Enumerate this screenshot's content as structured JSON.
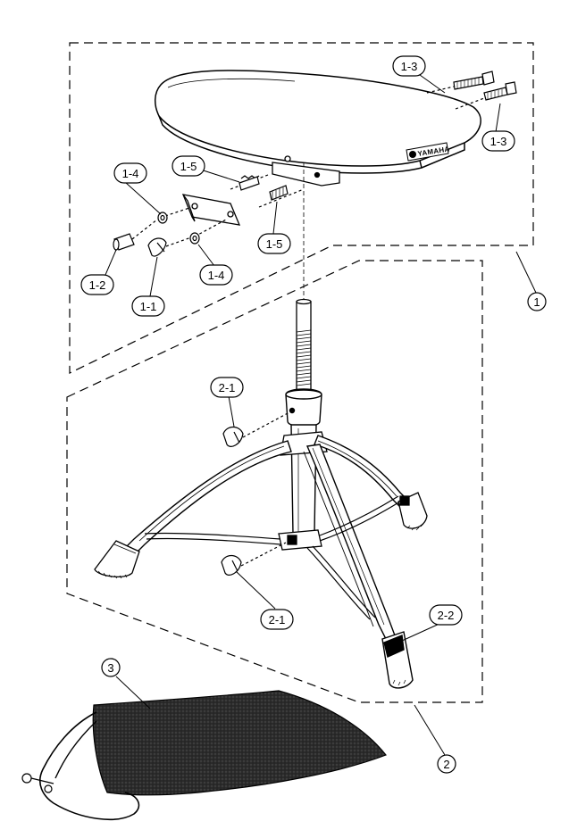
{
  "callouts": {
    "part_1": "1",
    "part_1_1": "1-1",
    "part_1_2": "1-2",
    "part_1_3a": "1-3",
    "part_1_3b": "1-3",
    "part_1_4a": "1-4",
    "part_1_4b": "1-4",
    "part_1_5a": "1-5",
    "part_1_5b": "1-5",
    "part_2": "2",
    "part_2_1a": "2-1",
    "part_2_1b": "2-1",
    "part_2_2": "2-2",
    "part_3": "3"
  },
  "seat_logo": "YAMAHA",
  "colors": {
    "line": "#000000",
    "background": "#ffffff",
    "bag_fill": "#2b2b2b"
  }
}
